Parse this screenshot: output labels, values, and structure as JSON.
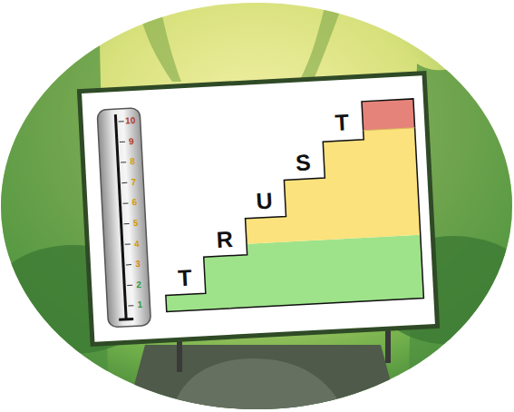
{
  "diagram": {
    "labels": [
      "10",
      "9",
      "8",
      "7",
      "6",
      "5",
      "4",
      "3",
      "2",
      "1",
      "T",
      "R",
      "U",
      "S",
      "T"
    ]
  }
}
